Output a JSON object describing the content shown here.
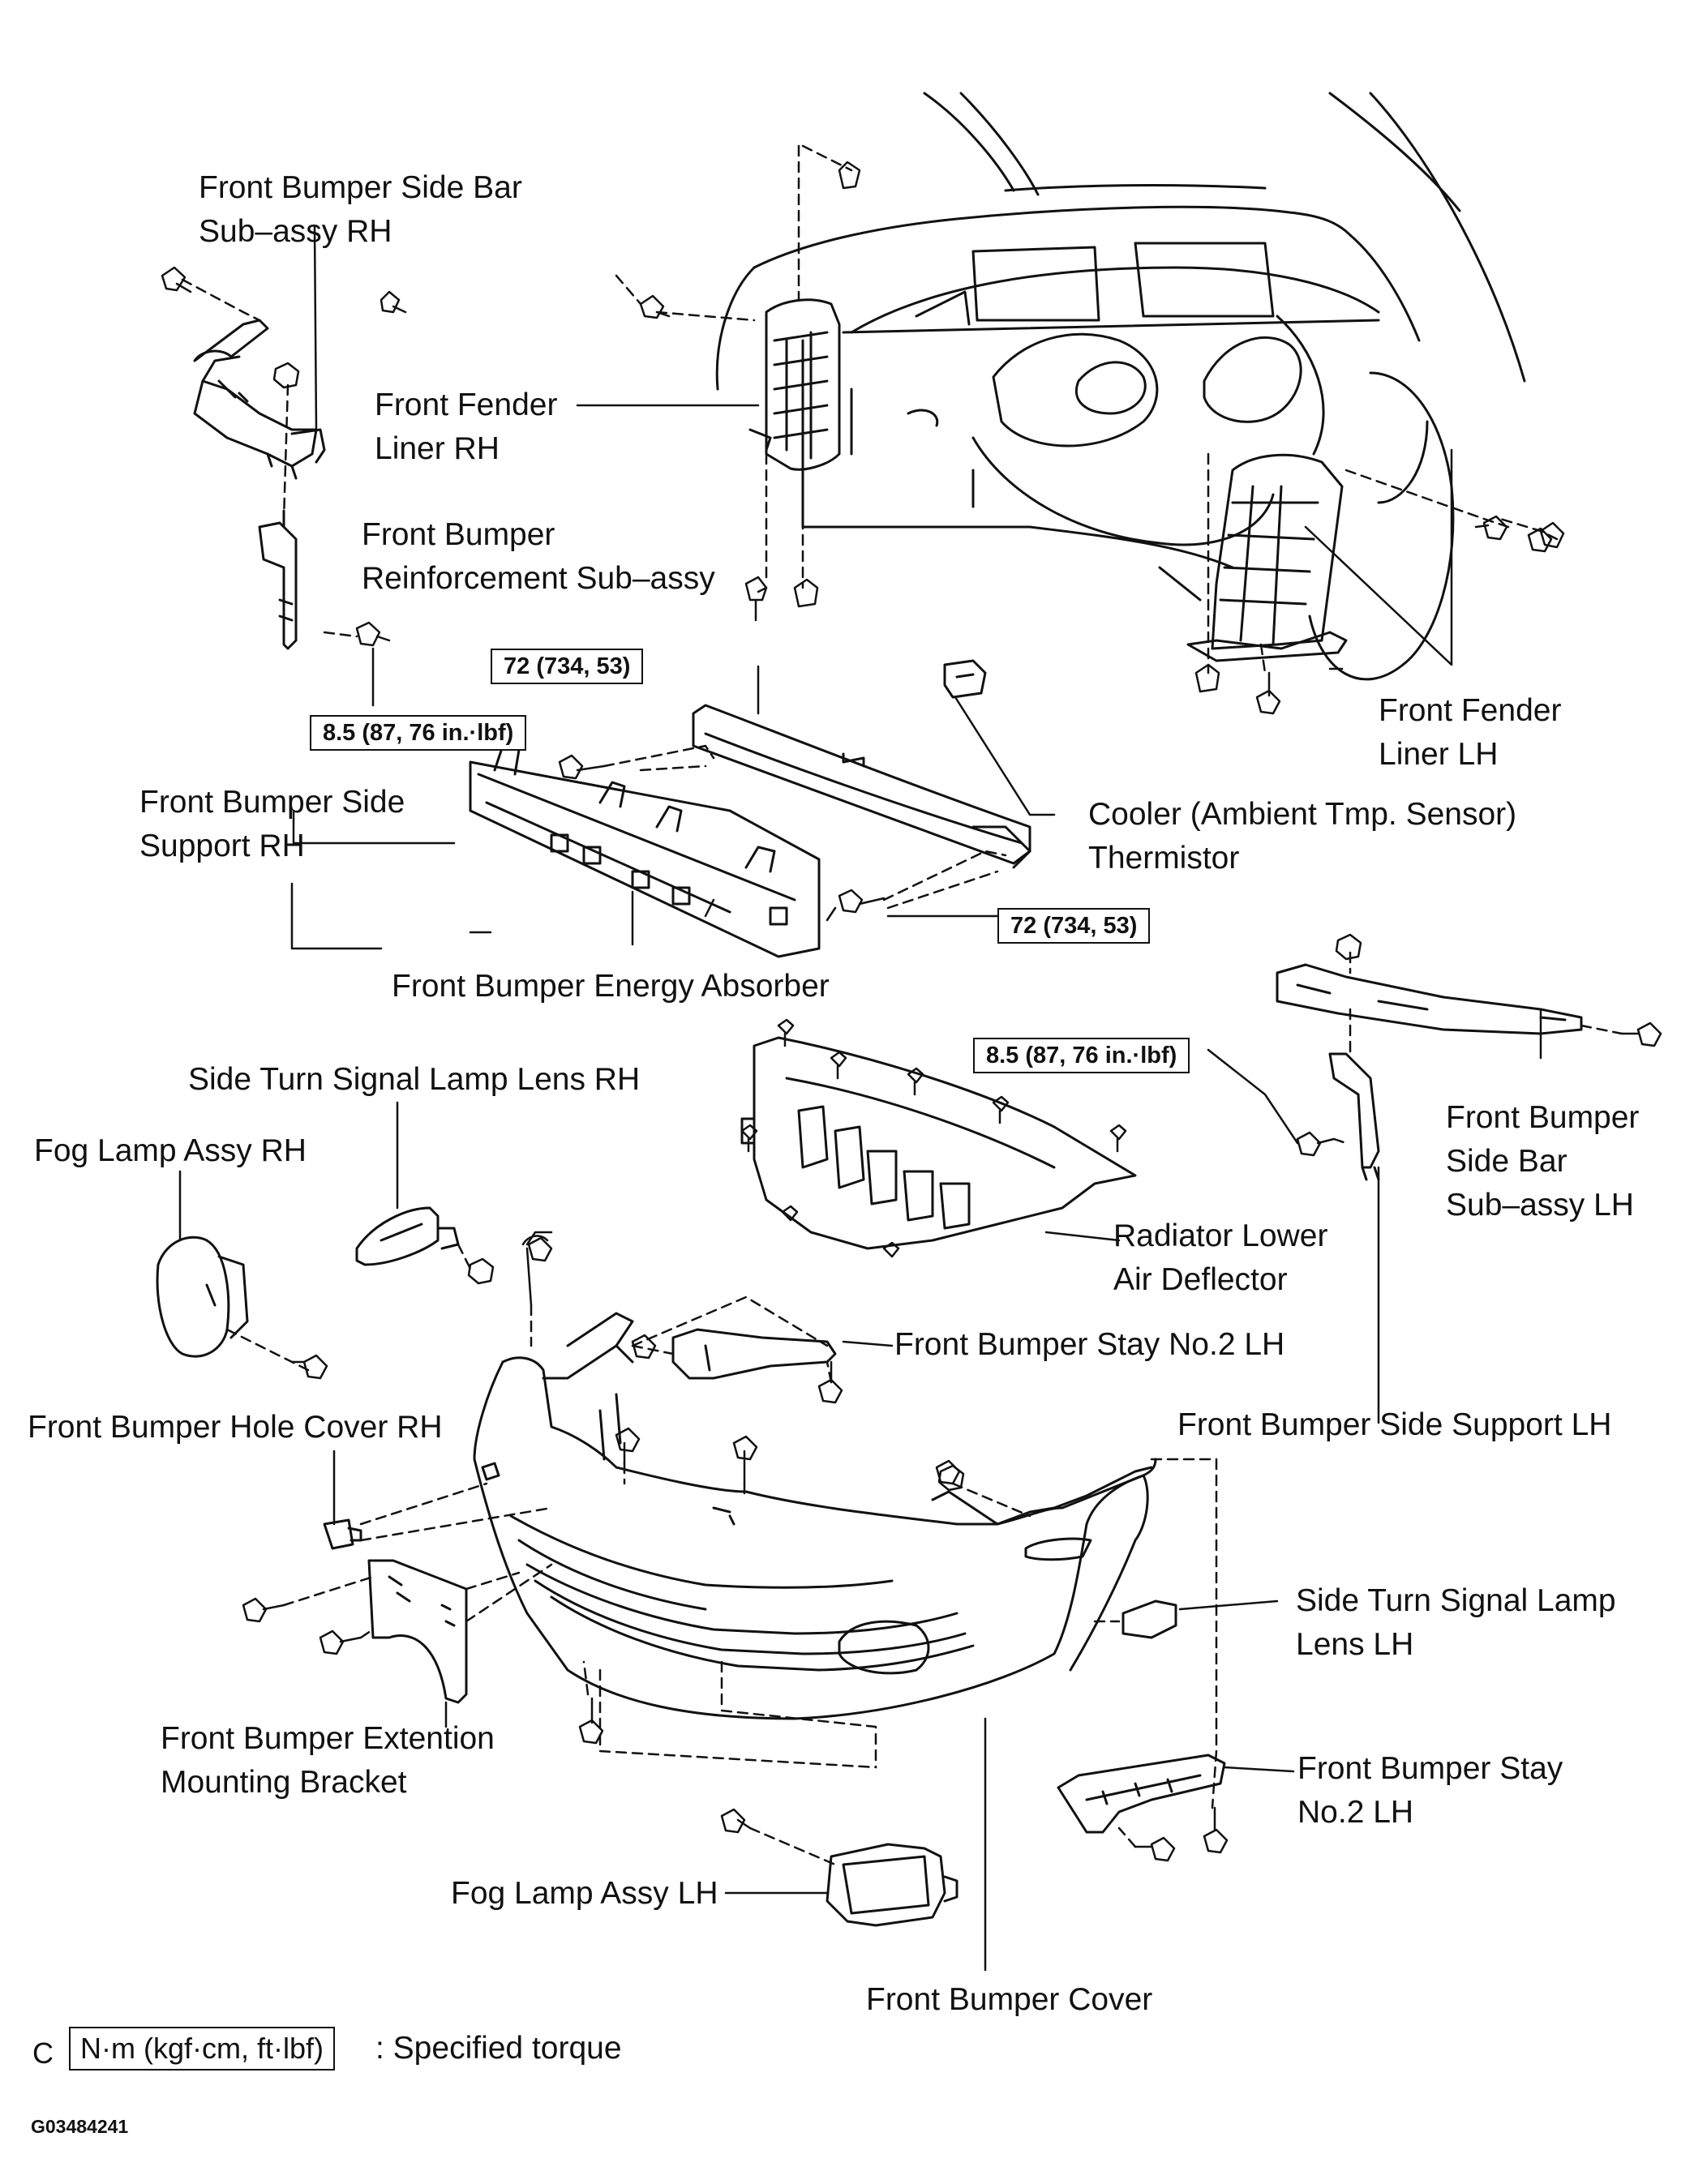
{
  "labels": {
    "side_bar_rh": [
      "Front Bumper Side Bar",
      "Sub–assy RH"
    ],
    "fender_liner_rh": [
      "Front Fender",
      "Liner RH"
    ],
    "reinforcement": [
      "Front Bumper",
      "Reinforcement Sub–assy"
    ],
    "side_support_rh": [
      "Front Bumper Side",
      "Support RH"
    ],
    "fender_liner_lh": [
      "Front Fender",
      "Liner LH"
    ],
    "thermistor": [
      "Cooler (Ambient Tmp. Sensor)",
      "Thermistor"
    ],
    "energy_absorber": [
      "Front Bumper Energy Absorber"
    ],
    "side_turn_rh": [
      "Side Turn Signal Lamp Lens RH"
    ],
    "fog_rh": [
      "Fog Lamp Assy RH"
    ],
    "side_bar_lh": [
      "Front Bumper",
      "Side Bar",
      "Sub–assy LH"
    ],
    "radiator_deflector": [
      "Radiator Lower",
      "Air Deflector"
    ],
    "stay_no2_upper": [
      "Front Bumper Stay No.2 LH"
    ],
    "side_support_lh": [
      "Front Bumper Side Support LH"
    ],
    "hole_cover_rh": [
      "Front Bumper Hole Cover RH"
    ],
    "side_turn_lh": [
      "Side Turn Signal Lamp",
      "Lens LH"
    ],
    "extention_bracket": [
      "Front Bumper Extention",
      "Mounting Bracket"
    ],
    "stay_no2_lower": [
      "Front Bumper Stay",
      "No.2 LH"
    ],
    "fog_lh": [
      "Fog Lamp Assy LH"
    ],
    "bumper_cover": [
      "Front Bumper Cover"
    ]
  },
  "torques": {
    "reinf_upper": "72 (734, 53)",
    "reinf_lower": "72 (734, 53)",
    "side_support_rh": "8.5 (87, 76 in.·lbf)",
    "side_support_lh": "8.5 (87, 76 in.·lbf)"
  },
  "legend": {
    "letter": "C",
    "box": "N·m (kgf·cm, ft·lbf)",
    "text": ": Specified torque"
  },
  "figure_code": "G03484241"
}
